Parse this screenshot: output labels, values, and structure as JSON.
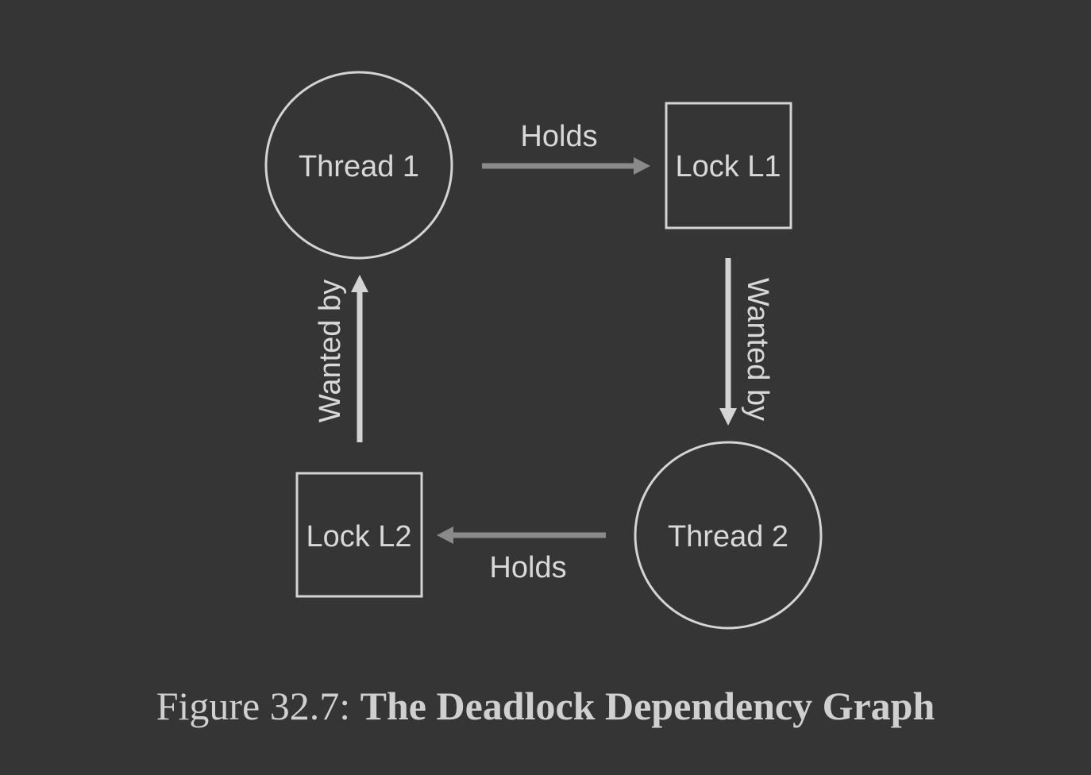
{
  "diagram": {
    "nodes": {
      "thread1": "Thread 1",
      "lock1": "Lock L1",
      "thread2": "Thread 2",
      "lock2": "Lock L2"
    },
    "edges": {
      "holds_top": "Holds",
      "wanted_right": "Wanted by",
      "holds_bottom": "Holds",
      "wanted_left": "Wanted by"
    }
  },
  "caption": {
    "prefix": "Figure 32.7:",
    "title": "The Deadlock Dependency Graph"
  },
  "colors": {
    "background": "#353535",
    "node_stroke": "#d4d4d4",
    "holds_arrow": "#8a8a8a",
    "wanted_arrow": "#d4d4d4",
    "text": "#d8d8d8"
  }
}
